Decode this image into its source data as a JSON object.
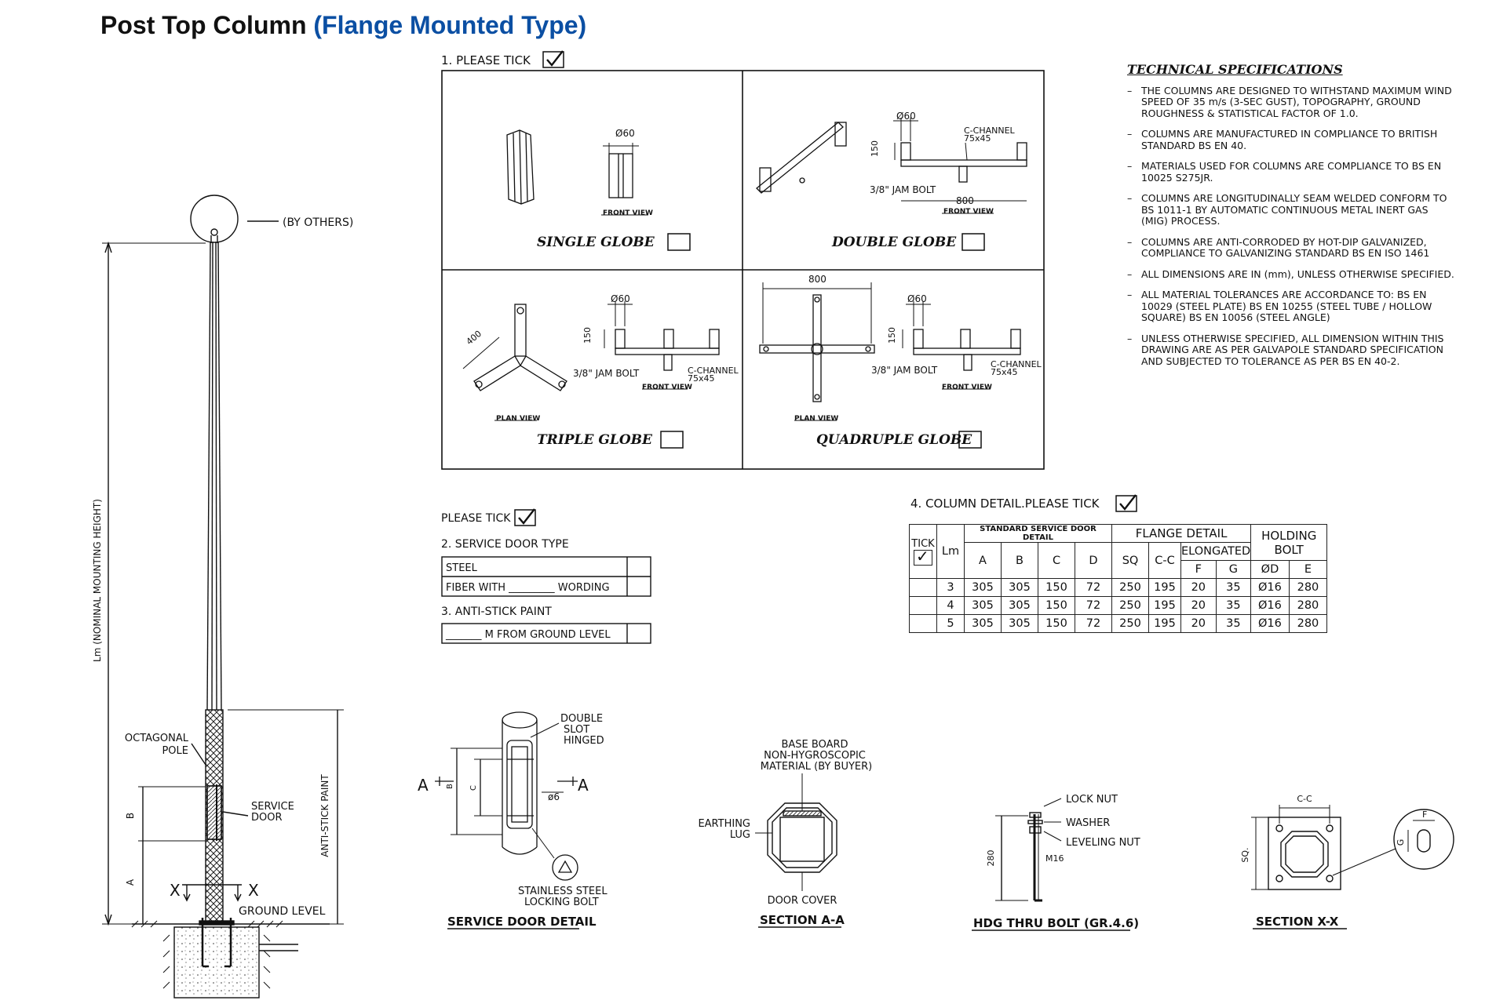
{
  "title": {
    "main": "Post Top Column",
    "sub": "(Flange Mounted Type)"
  },
  "pole": {
    "by_others": "(BY OTHERS)",
    "height_label": "Lm (NOMINAL MOUNTING HEIGHT)",
    "octagonal_pole": [
      "OCTAGONAL",
      "POLE"
    ],
    "service_door": [
      "SERVICE",
      "DOOR"
    ],
    "anti_stick": "ANTI-STICK PAINT",
    "ground_level": "GROUND LEVEL",
    "dim_a": "A",
    "dim_b": "B",
    "section_x": "X"
  },
  "globe_section": {
    "heading": "1. PLEASE TICK",
    "cells": [
      {
        "name": "SINGLE GLOBE",
        "view": "FRONT VIEW",
        "dia": "Ø60"
      },
      {
        "name": "DOUBLE GLOBE",
        "view": "FRONT VIEW",
        "dia": "Ø60",
        "channel": [
          "C-CHANNEL",
          "75x45"
        ],
        "bolt": "3/8\" JAM BOLT",
        "length": "800",
        "height": "150"
      },
      {
        "name": "TRIPLE GLOBE",
        "view": "FRONT VIEW",
        "plan": "PLAN VIEW",
        "dia": "Ø60",
        "channel": [
          "C-CHANNEL",
          "75x45"
        ],
        "bolt": "3/8\" JAM BOLT",
        "arm": "400",
        "height": "150"
      },
      {
        "name": "QUADRUPLE GLOBE",
        "view": "FRONT VIEW",
        "plan": "PLAN VIEW",
        "dia": "Ø60",
        "channel": [
          "C-CHANNEL",
          "75x45"
        ],
        "bolt": "3/8\" JAM BOLT",
        "length": "800",
        "height": "150"
      }
    ]
  },
  "tech_specs": {
    "title": "TECHNICAL SPECIFICATIONS",
    "items": [
      "THE COLUMNS ARE DESIGNED TO WITHSTAND MAXIMUM WIND SPEED OF 35 m/s (3-SEC GUST), TOPOGRAPHY, GROUND ROUGHNESS & STATISTICAL FACTOR OF 1.0.",
      "COLUMNS ARE MANUFACTURED IN COMPLIANCE TO BRITISH STANDARD BS EN 40.",
      "MATERIALS USED FOR COLUMNS ARE COMPLIANCE TO BS EN 10025 S275JR.",
      "COLUMNS ARE LONGITUDINALLY SEAM WELDED CONFORM TO BS 1011-1 BY AUTOMATIC CONTINUOUS METAL INERT GAS (MIG) PROCESS.",
      "COLUMNS ARE ANTI-CORRODED BY HOT-DIP GALVANIZED, COMPLIANCE TO GALVANIZING STANDARD BS EN ISO 1461",
      "ALL DIMENSIONS ARE IN (mm), UNLESS OTHERWISE SPECIFIED.",
      "ALL MATERIAL TOLERANCES ARE ACCORDANCE TO: BS EN 10029 (STEEL PLATE) BS EN 10255 (STEEL TUBE / HOLLOW SQUARE) BS EN 10056 (STEEL ANGLE)",
      "UNLESS OTHERWISE SPECIFIED, ALL DIMENSION WITHIN THIS DRAWING ARE AS PER GALVAPOLE STANDARD SPECIFICATION AND SUBJECTED TO TOLERANCE AS PER BS EN 40-2."
    ]
  },
  "options": {
    "please_tick": "PLEASE TICK",
    "service_door_heading": "2. SERVICE DOOR TYPE",
    "door_rows": [
      "STEEL",
      "FIBER WITH _________ WORDING"
    ],
    "anti_stick_heading": "3. ANTI-STICK PAINT",
    "anti_stick_row": "_______ M FROM GROUND LEVEL"
  },
  "column_detail": {
    "heading": "4. COLUMN DETAIL.PLEASE TICK",
    "headers": {
      "tick": "TICK",
      "lm": "Lm",
      "std_door": "STANDARD SERVICE DOOR DETAIL",
      "flange": "FLANGE DETAIL",
      "elongated": "ELONGATED",
      "holding": "HOLDING BOLT",
      "cols": [
        "A",
        "B",
        "C",
        "D",
        "SQ",
        "C-C",
        "F",
        "G",
        "ØD",
        "E"
      ]
    },
    "rows": [
      [
        "3",
        "305",
        "305",
        "150",
        "72",
        "250",
        "195",
        "20",
        "35",
        "Ø16",
        "280"
      ],
      [
        "4",
        "305",
        "305",
        "150",
        "72",
        "250",
        "195",
        "20",
        "35",
        "Ø16",
        "280"
      ],
      [
        "5",
        "305",
        "305",
        "150",
        "72",
        "250",
        "195",
        "20",
        "35",
        "Ø16",
        "280"
      ]
    ]
  },
  "details": {
    "service_door": {
      "caption": "SERVICE DOOR DETAIL",
      "hinge": [
        "DOUBLE",
        "SLOT",
        "HINGED"
      ],
      "hole": "ø6",
      "bolt": [
        "STAINLESS STEEL",
        "LOCKING BOLT"
      ],
      "section": "A",
      "dim_b": "B",
      "dim_c": "C"
    },
    "section_aa": {
      "caption": "SECTION A-A",
      "board": [
        "BASE BOARD",
        "NON-HYGROSCOPIC",
        "MATERIAL (BY BUYER)"
      ],
      "lug": [
        "EARTHING",
        "LUG"
      ],
      "cover": "DOOR COVER"
    },
    "bolt": {
      "caption": "HDG THRU BOLT (GR.4.6)",
      "parts": [
        "LOCK NUT",
        "WASHER",
        "LEVELING NUT"
      ],
      "size": "M16",
      "length": "280"
    },
    "section_xx": {
      "caption": "SECTION X-X",
      "cc": "C-C",
      "sq": "SQ.",
      "f": "F",
      "g": "G"
    }
  }
}
